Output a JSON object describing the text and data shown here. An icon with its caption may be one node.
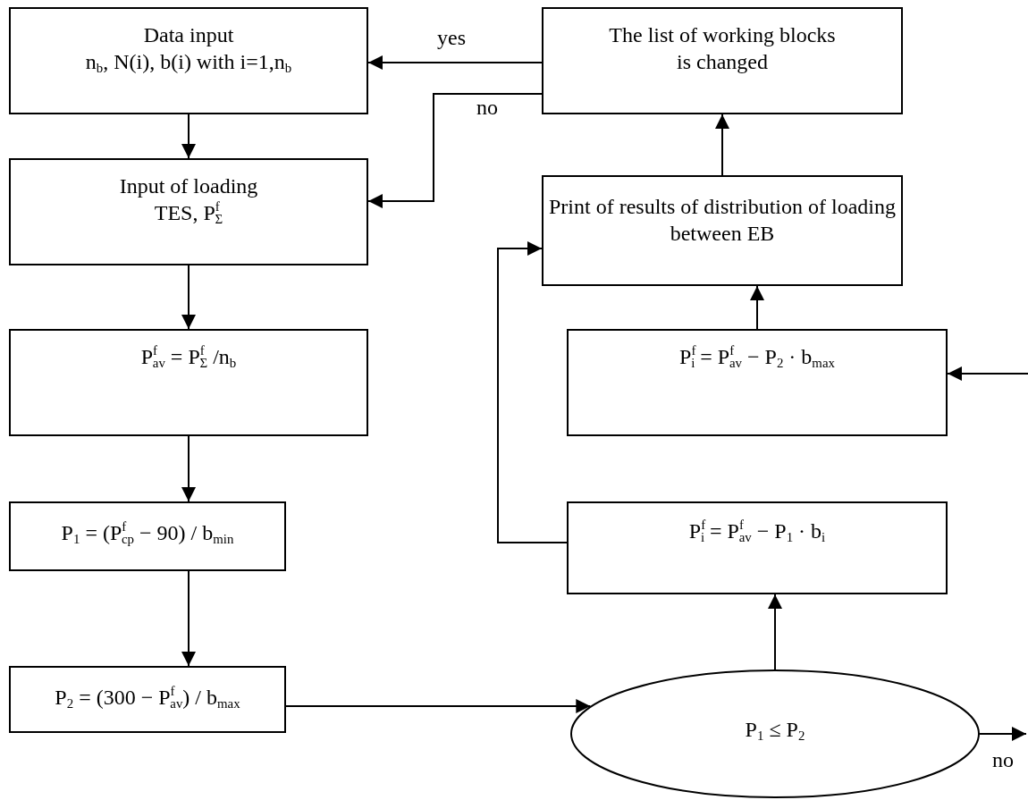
{
  "diagram": {
    "nodes": [
      {
        "text": [
          "Data input",
          "n$_{b}$, N(i), b(i) with i=1,n$_{b}$"
        ]
      },
      {
        "text": [
          "Input of loading",
          "TES,  P$^{f}$$_{Σ}$"
        ]
      },
      {
        "text": [
          "P$^{f}$$_{av}$ = P$^{f}$$_{Σ}$ /n$_{b}$"
        ]
      },
      {
        "text": [
          "P$_{1}$ = (P$^{f}$$_{cp}$ − 90) / b$_{min}$"
        ]
      },
      {
        "text": [
          "P$_{2}$ = (300 − P$^{f}$$_{av}$) / b$_{max}$"
        ]
      },
      {
        "text": [
          "The list of working blocks is changed"
        ]
      },
      {
        "text": [
          "Print of results of distribution of loading between EB"
        ]
      },
      {
        "text": [
          "P$^{f}$$_{i}$ = P$^{f}$$_{av}$ − P$_{2}$ · b$_{max}$"
        ]
      },
      {
        "text": [
          "P$^{f}$$_{i}$ = P$^{f}$$_{av}$ − P$_{1}$ · b$_{i}$"
        ]
      },
      {
        "text": [
          "P$_{1}$ ≤ P$_{2}$"
        ]
      }
    ],
    "edges": [
      {
        "from": 0,
        "to": 1,
        "arrow": "to"
      },
      {
        "from": 1,
        "to": 2,
        "arrow": "to"
      },
      {
        "from": 2,
        "to": 3,
        "arrow": "to"
      },
      {
        "from": 3,
        "to": 4,
        "arrow": "to"
      },
      {
        "from": 4,
        "to": 9,
        "arrow": "to"
      },
      {
        "from": 9,
        "to": 8,
        "arrow": "to"
      },
      {
        "from": 8,
        "to": 6,
        "arrow": "to"
      },
      {
        "from": 7,
        "to": 6,
        "arrow": "to"
      },
      {
        "from": null,
        "to": 7,
        "arrow": "to"
      },
      {
        "from": 9,
        "to": null,
        "arrow": "to",
        "label": "no"
      },
      {
        "from": 6,
        "to": 5,
        "arrow": "to"
      },
      {
        "from": 5,
        "to": 0,
        "arrow": "to",
        "label": "yes"
      },
      {
        "from": 5,
        "to": 1,
        "arrow": "to",
        "label": "no"
      }
    ]
  }
}
